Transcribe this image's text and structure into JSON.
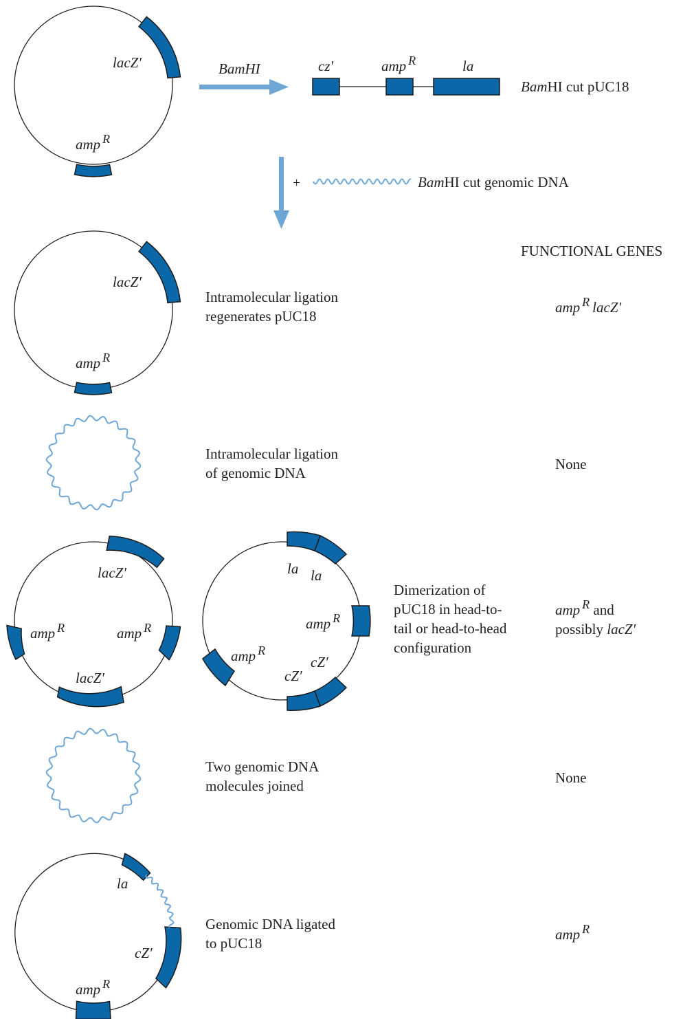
{
  "colors": {
    "gene_block": "#0a67a8",
    "genomic_dna": "#6ea6d6",
    "arrow": "#6ea6d6",
    "line": "#231f20"
  },
  "top": {
    "plasmid": {
      "lacZ_label": "lacZ′",
      "amp_label": "amp",
      "amp_sup": "R"
    },
    "enzyme_label": "BamHI",
    "linear": {
      "cz_label": "cz′",
      "amp_label": "amp",
      "amp_sup": "R",
      "la_label": "la"
    },
    "cut_caption": {
      "italic": "Bam",
      "rest": "HI cut pUC18"
    },
    "plus": "+",
    "genomic_caption": {
      "italic": "Bam",
      "rest": "HI cut genomic DNA"
    }
  },
  "header": {
    "functional_genes": "FUNCTIONAL GENES"
  },
  "rows": [
    {
      "desc_line1": "Intramolecular ligation",
      "desc_line2": "regenerates pUC18",
      "plasmid": {
        "lacZ_label": "lacZ′",
        "amp_label": "amp",
        "amp_sup": "R"
      },
      "genes": {
        "amp": "amp",
        "amp_sup": "R",
        "lacZ": "lacZ′"
      }
    },
    {
      "desc_line1": "Intramolecular ligation",
      "desc_line2": "of genomic DNA",
      "genes_text": "None"
    },
    {
      "desc_line1": "Dimerization of",
      "desc_line2": "pUC18 in head-to-",
      "desc_line3": "tail or head-to-head",
      "desc_line4": "configuration",
      "left_plasmid": {
        "lacZ_top": "lacZ′",
        "amp_left": "amp",
        "amp_left_sup": "R",
        "amp_right": "amp",
        "amp_right_sup": "R",
        "lacZ_bottom": "lacZ′"
      },
      "right_plasmid": {
        "la1": "la",
        "la2": "la",
        "amp_right": "amp",
        "amp_right_sup": "R",
        "amp_left": "amp",
        "amp_left_sup": "R",
        "cZ1": "cZ′",
        "cZ2": "cZ′"
      },
      "genes": {
        "amp": "amp",
        "amp_sup": "R",
        "and": " and",
        "possibly": "possibly ",
        "lacZ": "lacZ′"
      }
    },
    {
      "desc_line1": "Two genomic DNA",
      "desc_line2": "molecules joined",
      "genes_text": "None"
    },
    {
      "desc_line1": "Genomic DNA ligated",
      "desc_line2": "to pUC18",
      "plasmid": {
        "la_label": "la",
        "cZ_label": "cZ′",
        "amp_label": "amp",
        "amp_sup": "R"
      },
      "genes": {
        "amp": "amp",
        "amp_sup": "R"
      }
    }
  ]
}
